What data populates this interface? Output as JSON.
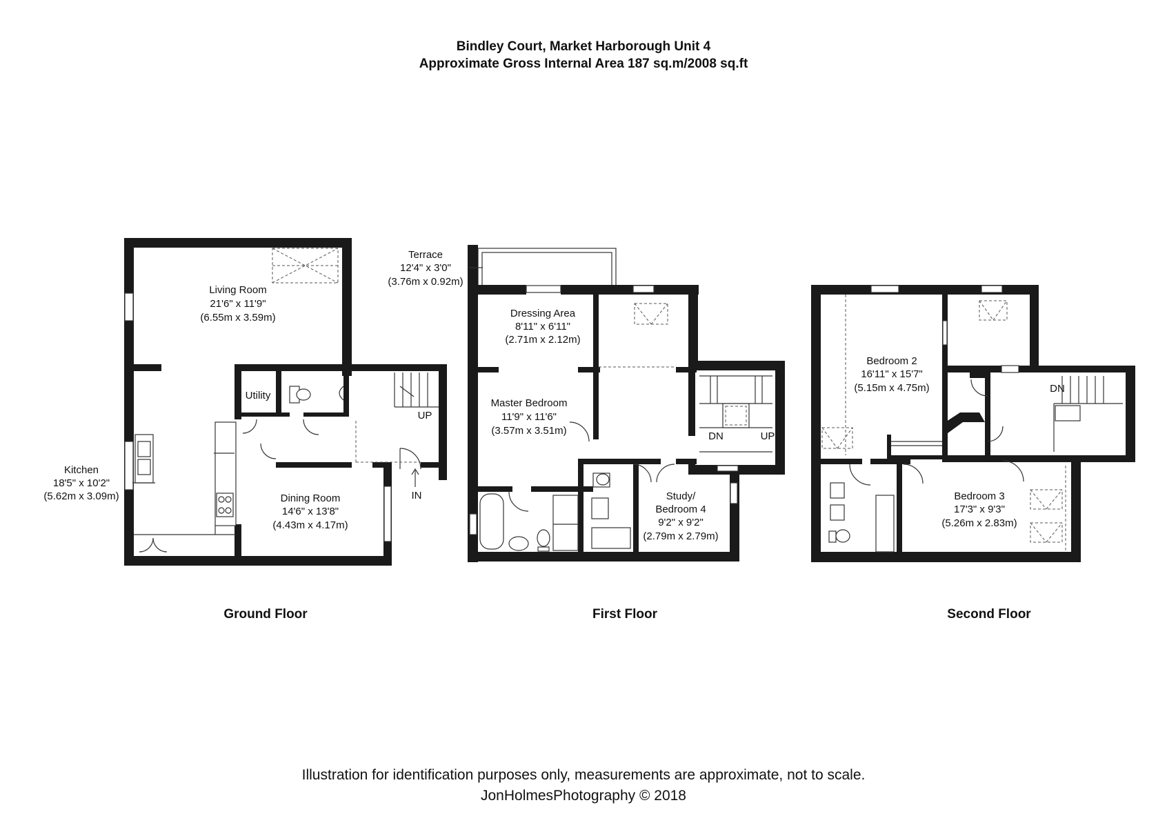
{
  "header": {
    "title": "Bindley Court, Market Harborough Unit 4",
    "subtitle": "Approximate Gross Internal Area 187 sq.m/2008 sq.ft"
  },
  "floors": {
    "ground": "Ground Floor",
    "first": "First Floor",
    "second": "Second Floor"
  },
  "rooms": {
    "living": {
      "name": "Living Room",
      "imperial": "21'6\" x 11'9\"",
      "metric": "(6.55m x 3.59m)"
    },
    "kitchen": {
      "name": "Kitchen",
      "imperial": "18'5\" x 10'2\"",
      "metric": "(5.62m x 3.09m)"
    },
    "utility": {
      "name": "Utility"
    },
    "dining": {
      "name": "Dining Room",
      "imperial": "14'6\" x 13'8\"",
      "metric": "(4.43m x 4.17m)"
    },
    "terrace": {
      "name": "Terrace",
      "imperial": "12'4\" x 3'0\"",
      "metric": "(3.76m x 0.92m)"
    },
    "dressing": {
      "name": "Dressing Area",
      "imperial": "8'11\" x 6'11\"",
      "metric": "(2.71m x 2.12m)"
    },
    "master": {
      "name": "Master Bedroom",
      "imperial": "11'9\" x 11'6\"",
      "metric": "(3.57m x 3.51m)"
    },
    "study": {
      "name1": "Study/",
      "name2": "Bedroom 4",
      "imperial": "9'2\" x 9'2\"",
      "metric": "(2.79m x 2.79m)"
    },
    "bedroom2": {
      "name": "Bedroom 2",
      "imperial": "16'11\" x 15'7\"",
      "metric": "(5.15m x 4.75m)"
    },
    "bedroom3": {
      "name": "Bedroom 3",
      "imperial": "17'3\" x 9'3\"",
      "metric": "(5.26m x 2.83m)"
    }
  },
  "markers": {
    "up": "UP",
    "dn": "DN",
    "in": "IN"
  },
  "footer": {
    "disclaimer": "Illustration for identification purposes only, measurements are approximate, not to scale.",
    "credit": "JonHolmesPhotography © 2018"
  }
}
